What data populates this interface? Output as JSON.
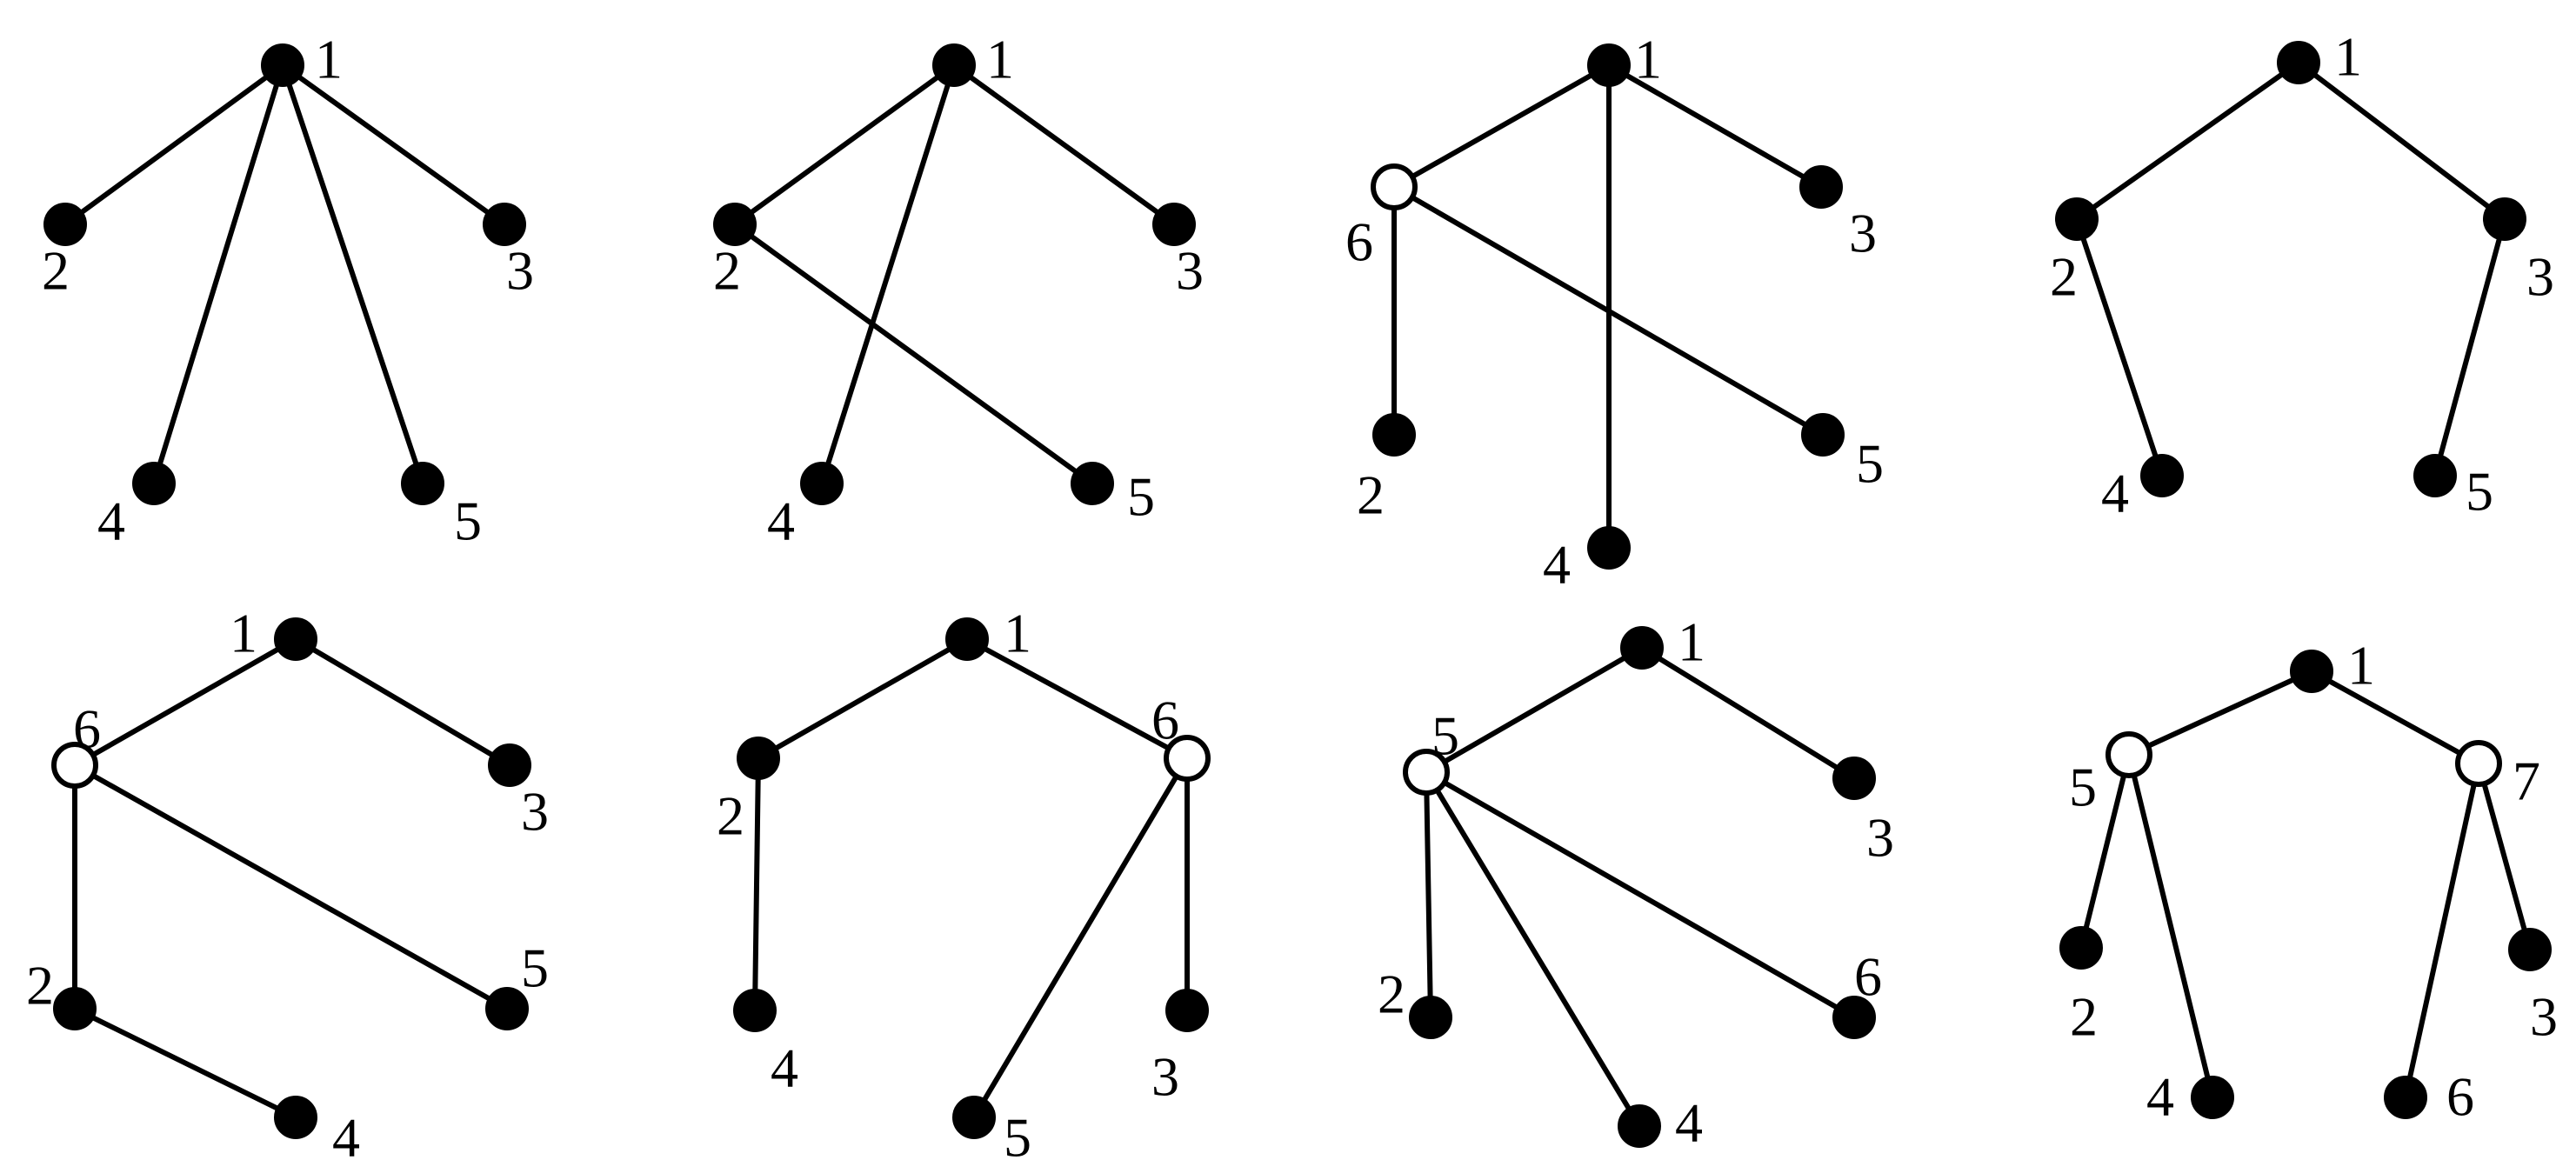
{
  "colors": {
    "background": "#ffffff",
    "ink": "#000000",
    "open_node_fill": "#ffffff"
  },
  "graphs": [
    {
      "id": "g1",
      "nodes": [
        {
          "id": "1",
          "label": "1",
          "style": "filled"
        },
        {
          "id": "2",
          "label": "2",
          "style": "filled"
        },
        {
          "id": "3",
          "label": "3",
          "style": "filled"
        },
        {
          "id": "4",
          "label": "4",
          "style": "filled"
        },
        {
          "id": "5",
          "label": "5",
          "style": "filled"
        }
      ],
      "edges": [
        [
          "1",
          "2"
        ],
        [
          "1",
          "3"
        ],
        [
          "1",
          "4"
        ],
        [
          "1",
          "5"
        ]
      ]
    },
    {
      "id": "g2",
      "nodes": [
        {
          "id": "1",
          "label": "1",
          "style": "filled"
        },
        {
          "id": "2",
          "label": "2",
          "style": "filled"
        },
        {
          "id": "3",
          "label": "3",
          "style": "filled"
        },
        {
          "id": "4",
          "label": "4",
          "style": "filled"
        },
        {
          "id": "5",
          "label": "5",
          "style": "filled"
        }
      ],
      "edges": [
        [
          "1",
          "2"
        ],
        [
          "1",
          "3"
        ],
        [
          "1",
          "4"
        ],
        [
          "2",
          "5"
        ]
      ]
    },
    {
      "id": "g3",
      "nodes": [
        {
          "id": "1",
          "label": "1",
          "style": "filled"
        },
        {
          "id": "6",
          "label": "6",
          "style": "open"
        },
        {
          "id": "3",
          "label": "3",
          "style": "filled"
        },
        {
          "id": "2",
          "label": "2",
          "style": "filled"
        },
        {
          "id": "5",
          "label": "5",
          "style": "filled"
        },
        {
          "id": "4",
          "label": "4",
          "style": "filled"
        }
      ],
      "edges": [
        [
          "1",
          "6"
        ],
        [
          "1",
          "3"
        ],
        [
          "1",
          "4"
        ],
        [
          "6",
          "2"
        ],
        [
          "6",
          "5"
        ]
      ]
    },
    {
      "id": "g4",
      "nodes": [
        {
          "id": "1",
          "label": "1",
          "style": "filled"
        },
        {
          "id": "2",
          "label": "2",
          "style": "filled"
        },
        {
          "id": "3",
          "label": "3",
          "style": "filled"
        },
        {
          "id": "4",
          "label": "4",
          "style": "filled"
        },
        {
          "id": "5",
          "label": "5",
          "style": "filled"
        }
      ],
      "edges": [
        [
          "1",
          "2"
        ],
        [
          "1",
          "3"
        ],
        [
          "2",
          "4"
        ],
        [
          "3",
          "5"
        ]
      ]
    },
    {
      "id": "g5",
      "nodes": [
        {
          "id": "1",
          "label": "1",
          "style": "filled"
        },
        {
          "id": "6",
          "label": "6",
          "style": "open"
        },
        {
          "id": "3",
          "label": "3",
          "style": "filled"
        },
        {
          "id": "2",
          "label": "2",
          "style": "filled"
        },
        {
          "id": "5",
          "label": "5",
          "style": "filled"
        },
        {
          "id": "4",
          "label": "4",
          "style": "filled"
        }
      ],
      "edges": [
        [
          "1",
          "6"
        ],
        [
          "1",
          "3"
        ],
        [
          "6",
          "2"
        ],
        [
          "6",
          "5"
        ],
        [
          "2",
          "4"
        ]
      ]
    },
    {
      "id": "g6",
      "nodes": [
        {
          "id": "1",
          "label": "1",
          "style": "filled"
        },
        {
          "id": "2",
          "label": "2",
          "style": "filled"
        },
        {
          "id": "6",
          "label": "6",
          "style": "open"
        },
        {
          "id": "4",
          "label": "4",
          "style": "filled"
        },
        {
          "id": "3",
          "label": "3",
          "style": "filled"
        },
        {
          "id": "5",
          "label": "5",
          "style": "filled"
        }
      ],
      "edges": [
        [
          "1",
          "2"
        ],
        [
          "1",
          "6"
        ],
        [
          "2",
          "4"
        ],
        [
          "6",
          "5"
        ],
        [
          "6",
          "3"
        ]
      ]
    },
    {
      "id": "g7",
      "nodes": [
        {
          "id": "1",
          "label": "1",
          "style": "filled"
        },
        {
          "id": "5",
          "label": "5",
          "style": "open"
        },
        {
          "id": "3",
          "label": "3",
          "style": "filled"
        },
        {
          "id": "2",
          "label": "2",
          "style": "filled"
        },
        {
          "id": "6",
          "label": "6",
          "style": "filled"
        },
        {
          "id": "4",
          "label": "4",
          "style": "filled"
        }
      ],
      "edges": [
        [
          "1",
          "5"
        ],
        [
          "1",
          "3"
        ],
        [
          "5",
          "2"
        ],
        [
          "5",
          "4"
        ],
        [
          "5",
          "6"
        ]
      ]
    },
    {
      "id": "g8",
      "nodes": [
        {
          "id": "1",
          "label": "1",
          "style": "filled"
        },
        {
          "id": "5",
          "label": "5",
          "style": "open"
        },
        {
          "id": "7",
          "label": "7",
          "style": "open"
        },
        {
          "id": "2",
          "label": "2",
          "style": "filled"
        },
        {
          "id": "4",
          "label": "4",
          "style": "filled"
        },
        {
          "id": "6",
          "label": "6",
          "style": "filled"
        },
        {
          "id": "3",
          "label": "3",
          "style": "filled"
        }
      ],
      "edges": [
        [
          "1",
          "5"
        ],
        [
          "1",
          "7"
        ],
        [
          "5",
          "2"
        ],
        [
          "5",
          "4"
        ],
        [
          "7",
          "6"
        ],
        [
          "7",
          "3"
        ]
      ]
    }
  ]
}
